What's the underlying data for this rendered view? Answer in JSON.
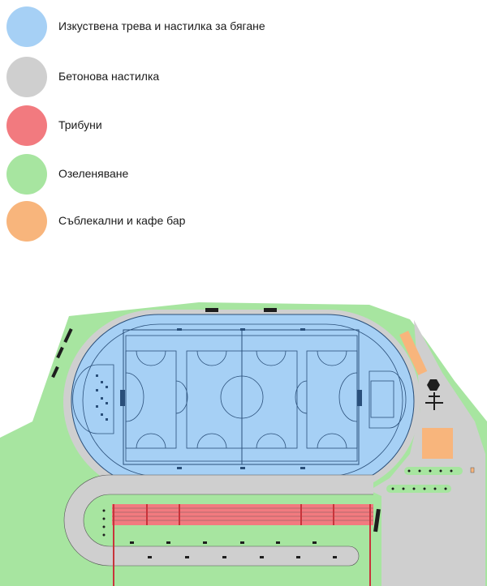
{
  "legend": {
    "items": [
      {
        "label": "Изкуствена трева и настилка за бягане",
        "color": "#a6d0f5"
      },
      {
        "label": "Бетонова настилка",
        "color": "#cfcfcf"
      },
      {
        "label": "Трибуни",
        "color": "#f27a7f"
      },
      {
        "label": "Озеленяване",
        "color": "#a7e5a0"
      },
      {
        "label": "Съблекални и кафе бар",
        "color": "#f8b57c"
      }
    ]
  },
  "plan": {
    "colors": {
      "turf": "#a6d0f5",
      "concrete": "#cfcfcf",
      "stands": "#f27a7f",
      "green": "#a7e5a0",
      "building": "#f8b57c",
      "line": "#2a4f7a",
      "dark": "#1e1e1e"
    }
  }
}
